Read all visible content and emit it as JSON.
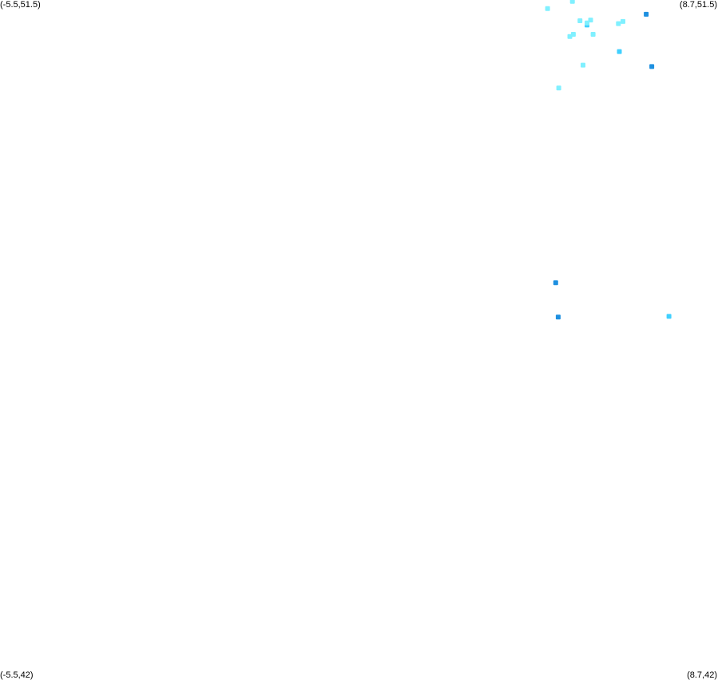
{
  "corners": {
    "top_left": "(-5.5,51.5)",
    "top_right": "(8.7,51.5)",
    "bottom_left": "(-5.5,42)",
    "bottom_right": "(8.7,42)"
  },
  "extent": {
    "x_min": -5.5,
    "x_max": 8.7,
    "y_min": 42,
    "y_max": 51.5
  },
  "colors": {
    "light": "#80f0ff",
    "mid": "#40d0ff",
    "strong": "#1e90e0"
  },
  "chart_data": {
    "type": "scatter",
    "xlim": [
      -5.5,
      8.7
    ],
    "ylim": [
      42,
      51.5
    ],
    "points": [
      {
        "x": 5.82,
        "y": 51.48,
        "level": "light"
      },
      {
        "x": 5.33,
        "y": 51.38,
        "level": "light"
      },
      {
        "x": 5.97,
        "y": 51.21,
        "level": "light"
      },
      {
        "x": 6.18,
        "y": 51.22,
        "level": "light"
      },
      {
        "x": 6.11,
        "y": 51.15,
        "level": "mid"
      },
      {
        "x": 6.11,
        "y": 51.18,
        "level": "light"
      },
      {
        "x": 6.73,
        "y": 51.17,
        "level": "light"
      },
      {
        "x": 6.82,
        "y": 51.2,
        "level": "light"
      },
      {
        "x": 7.28,
        "y": 51.3,
        "level": "strong"
      },
      {
        "x": 5.84,
        "y": 51.02,
        "level": "light"
      },
      {
        "x": 5.77,
        "y": 50.99,
        "level": "light"
      },
      {
        "x": 6.23,
        "y": 51.02,
        "level": "light"
      },
      {
        "x": 6.75,
        "y": 50.78,
        "level": "mid"
      },
      {
        "x": 6.03,
        "y": 50.59,
        "level": "light"
      },
      {
        "x": 7.39,
        "y": 50.57,
        "level": "strong"
      },
      {
        "x": 5.55,
        "y": 50.27,
        "level": "light"
      },
      {
        "x": 5.49,
        "y": 47.55,
        "level": "strong"
      },
      {
        "x": 5.54,
        "y": 47.07,
        "level": "strong"
      },
      {
        "x": 7.73,
        "y": 47.08,
        "level": "mid"
      }
    ]
  }
}
